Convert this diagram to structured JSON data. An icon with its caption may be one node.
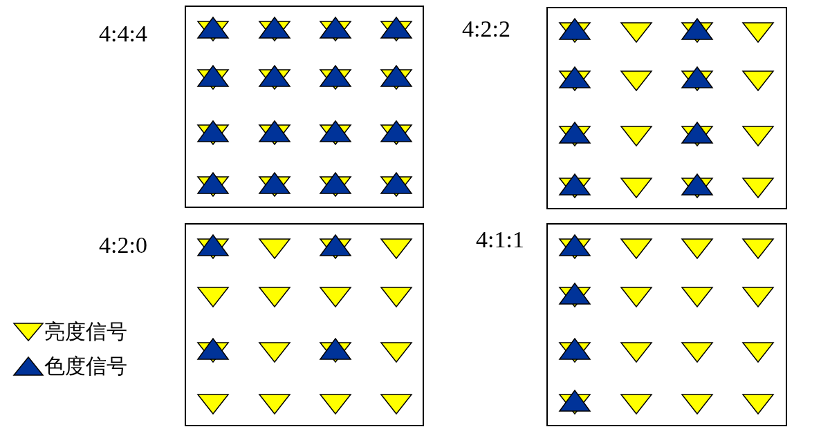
{
  "diagram": {
    "nodes": [
      {
        "text": [
          "4:4:4"
        ]
      },
      {
        "text": [
          "4:2:2"
        ]
      },
      {
        "text": [
          "4:2:0"
        ]
      },
      {
        "text": [
          "4:1:1"
        ]
      }
    ],
    "legend": [
      {
        "text": "亮度信号"
      },
      {
        "text": "色度信号"
      }
    ]
  }
}
